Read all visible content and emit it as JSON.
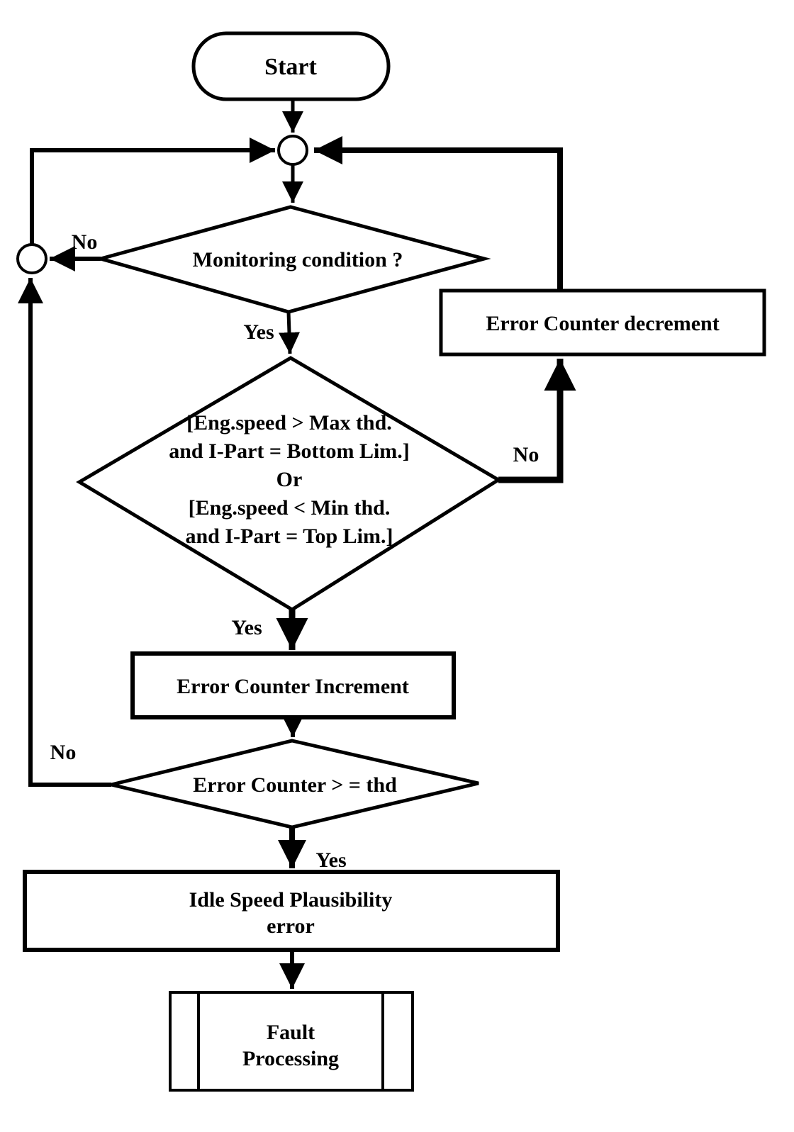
{
  "canvas": {
    "background_color": "#ffffff",
    "line_color": "#000000"
  },
  "nodes": {
    "start": {
      "label": "Start"
    },
    "decision_monitoring": {
      "label": "Monitoring condition ?"
    },
    "decision_condition": {
      "lines": [
        "[Eng.speed > Max thd.",
        "and I-Part = Bottom Lim.]",
        "Or",
        "[Eng.speed < Min thd.",
        "and I-Part = Top Lim.]"
      ]
    },
    "error_counter_decrement": {
      "label": "Error Counter decrement"
    },
    "error_counter_increment": {
      "label": "Error Counter Increment"
    },
    "decision_error_counter": {
      "label": "Error Counter > = thd"
    },
    "idle_speed_error": {
      "lines": [
        "Idle Speed Plausibility",
        "error"
      ]
    },
    "fault_processing": {
      "lines": [
        "Fault",
        "Processing"
      ]
    }
  },
  "edge_labels": {
    "monitoring_no": "No",
    "monitoring_yes": "Yes",
    "condition_no": "No",
    "condition_yes": "Yes",
    "error_counter_no": "No",
    "error_counter_yes": "Yes"
  }
}
